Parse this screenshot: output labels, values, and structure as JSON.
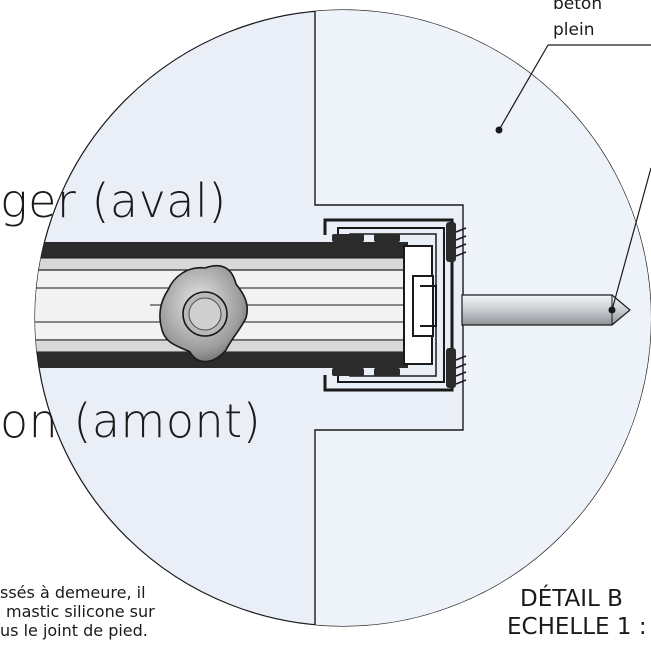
{
  "material_label_line1": "béton",
  "material_label_line2": "plein",
  "label_downstream": "ger (aval)",
  "label_upstream": "on (amont)",
  "note_lines": [
    "ssés à demeure, il",
    "mastic silicone sur",
    "us le joint de pied."
  ],
  "detail_title": "DÉTAIL B",
  "detail_scale": "ECHELLE 1 :",
  "colors": {
    "background": "#ffffff",
    "detail_circle_fill": "#e9eef7",
    "line": "#1a1a1a",
    "section_fill": "#2a2a2a",
    "rod_fill": "#d4d7db"
  }
}
